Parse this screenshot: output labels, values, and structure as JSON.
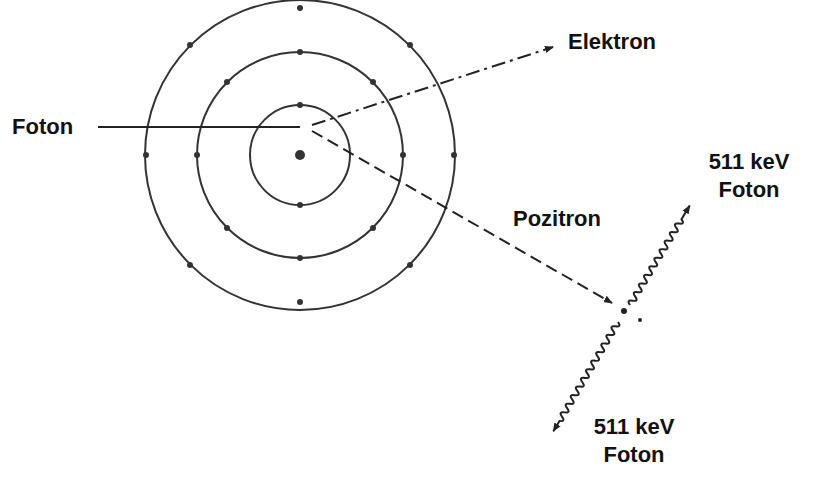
{
  "diagram": {
    "labels": [
      "Foton",
      "Elektron",
      "Pozitron",
      "511 keV Foton",
      "511 keV Foton"
    ]
  }
}
